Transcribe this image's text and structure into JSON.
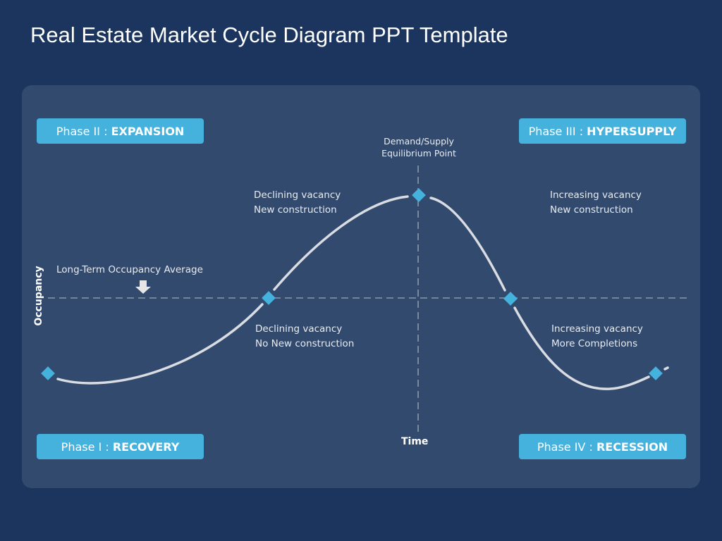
{
  "title": "Real Estate Market Cycle Diagram PPT Template",
  "phases": [
    {
      "prefix": "Phase I : ",
      "name": "RECOVERY"
    },
    {
      "prefix": "Phase II : ",
      "name": "EXPANSION"
    },
    {
      "prefix": "Phase III : ",
      "name": "HYPERSUPPLY"
    },
    {
      "prefix": "Phase IV : ",
      "name": "RECESSION"
    }
  ],
  "annotations": {
    "equilibrium": {
      "line1": "Demand/Supply",
      "line2": "Equilibrium Point"
    },
    "expansion_upper": {
      "line1": "Declining vacancy",
      "line2": "New construction"
    },
    "expansion_lower": {
      "line1": "Declining vacancy",
      "line2": "No New construction"
    },
    "hypersupply_upper": {
      "line1": "Increasing vacancy",
      "line2": "New construction"
    },
    "recession_lower": {
      "line1": "Increasing vacancy",
      "line2": "More Completions"
    },
    "long_term_average": "Long-Term Occupancy Average"
  },
  "axes": {
    "y_label": "Occupancy",
    "x_label": "Time"
  },
  "colors": {
    "background": "#1c355e",
    "panel": "#324a6d",
    "accent": "#45b1dd",
    "curve": "#d9dde3",
    "dashed": "#8a97a8"
  }
}
